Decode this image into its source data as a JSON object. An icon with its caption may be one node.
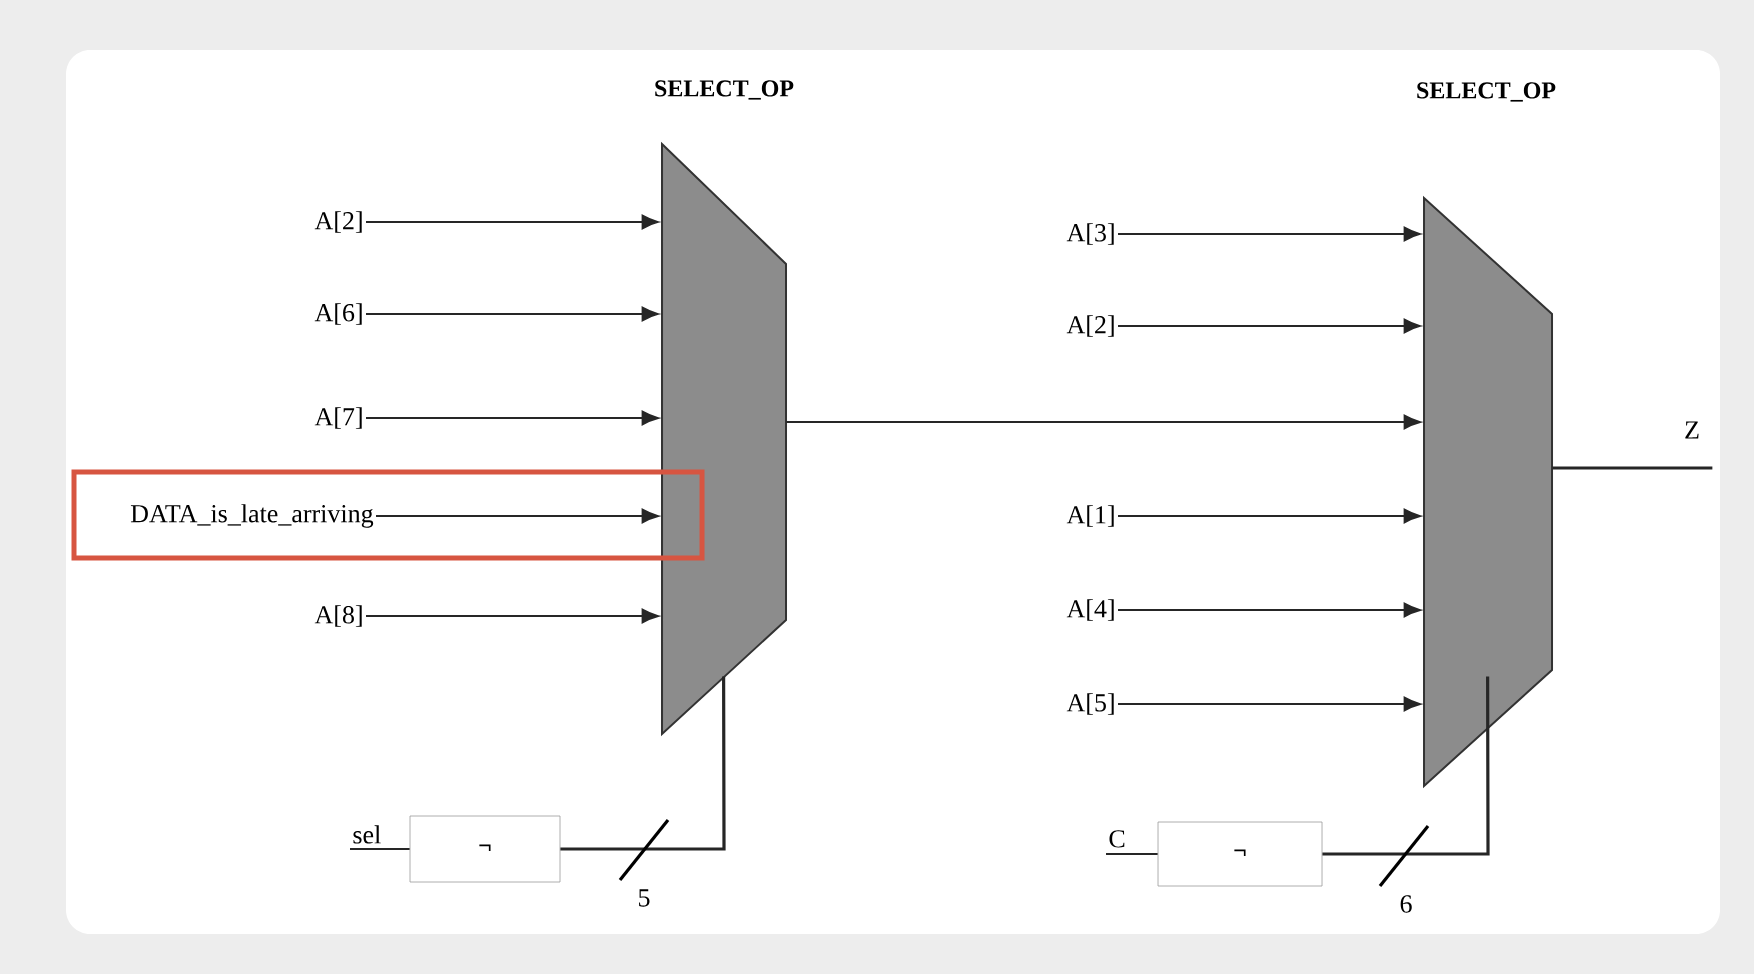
{
  "diagram": {
    "nodes": [
      {
        "text": [
          "SELECT_OP"
        ]
      },
      {
        "text": [
          "SELECT_OP"
        ]
      },
      {
        "text": [
          "A[2]"
        ]
      },
      {
        "text": [
          "A[6]"
        ]
      },
      {
        "text": [
          "A[7]"
        ]
      },
      {
        "text": [
          "DATA_is_late_arriving"
        ]
      },
      {
        "text": [
          "A[8]"
        ]
      },
      {
        "text": [
          "A[3]"
        ]
      },
      {
        "text": [
          "A[2]"
        ]
      },
      {
        "text": [
          "A[1]"
        ]
      },
      {
        "text": [
          "A[4]"
        ]
      },
      {
        "text": [
          "A[5]"
        ]
      },
      {
        "text": [
          "Z"
        ]
      },
      {
        "text": [
          "sel"
        ]
      },
      {
        "text": [
          "¬"
        ]
      },
      {
        "text": [
          "C"
        ]
      },
      {
        "text": [
          "¬"
        ]
      }
    ],
    "edges": [
      {
        "from": 2,
        "to": 0,
        "arrow": "to"
      },
      {
        "from": 3,
        "to": 0,
        "arrow": "to"
      },
      {
        "from": 4,
        "to": 0,
        "arrow": "to"
      },
      {
        "from": 5,
        "to": 0,
        "arrow": "to"
      },
      {
        "from": 6,
        "to": 0,
        "arrow": "to"
      },
      {
        "from": 0,
        "to": 1,
        "arrow": "to"
      },
      {
        "from": 7,
        "to": 1,
        "arrow": "to"
      },
      {
        "from": 8,
        "to": 1,
        "arrow": "to"
      },
      {
        "from": 9,
        "to": 1,
        "arrow": "to"
      },
      {
        "from": 10,
        "to": 1,
        "arrow": "to"
      },
      {
        "from": 11,
        "to": 1,
        "arrow": "to"
      },
      {
        "from": 1,
        "to": 12,
        "arrow": "none"
      },
      {
        "from": 13,
        "to": 14,
        "arrow": "none"
      },
      {
        "from": 14,
        "to": 0,
        "arrow": "none",
        "label": "5"
      },
      {
        "from": 15,
        "to": 16,
        "arrow": "none"
      },
      {
        "from": 16,
        "to": 1,
        "arrow": "none",
        "label": "6"
      }
    ]
  }
}
